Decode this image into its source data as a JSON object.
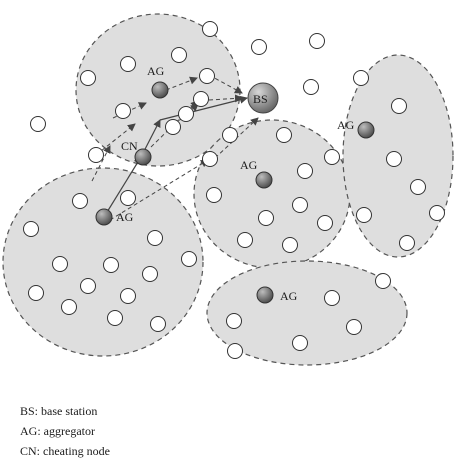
{
  "diagram": {
    "labels": {
      "base_station": "BS",
      "aggregator": "AG",
      "cheating_node": "CN"
    },
    "colors": {
      "cluster_fill": "#dedede",
      "cluster_stroke": "#555555",
      "node_fill": "#ffffff",
      "node_stroke": "#333333",
      "aggregator_fill": "#6f6f6f",
      "base_station_fill": "#8a8a8a",
      "solid_line": "#444444",
      "dashed_line": "#444444"
    }
  },
  "legend": {
    "bs": "BS: base station",
    "ag": "AG: aggregator",
    "cn": "CN: cheating node"
  }
}
